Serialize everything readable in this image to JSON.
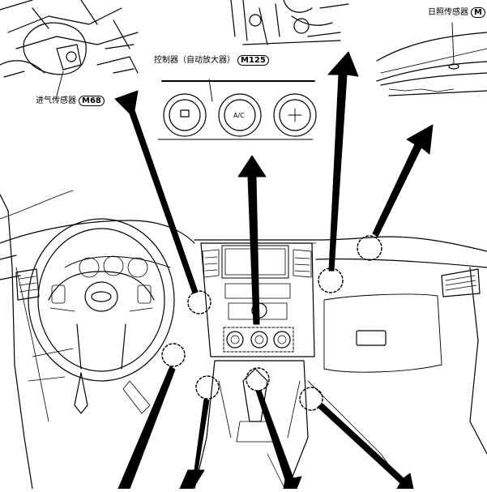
{
  "callouts": {
    "intake_sensor": {
      "name": "进气传感器",
      "code": "M68"
    },
    "controller": {
      "name": "控制器（自动放大器）",
      "code": "M125"
    },
    "sun_sensor": {
      "name": "日照传感器",
      "code": "M"
    }
  },
  "panel": {
    "ac_label": "A/C"
  }
}
